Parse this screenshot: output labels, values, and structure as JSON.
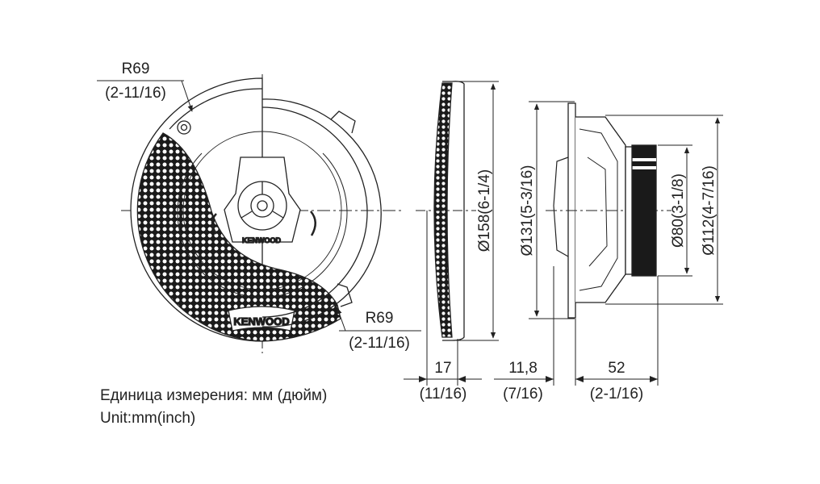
{
  "dimensions": {
    "radius_top": {
      "value": "R69",
      "inch": "(2-11/16)"
    },
    "radius_bottom": {
      "value": "R69",
      "inch": "(2-11/16)"
    },
    "outer_diameter": "Ø158(6-1/4)",
    "cutout_diameter": "Ø131(5-3/16)",
    "magnet_diameter": "Ø80(3-1/8)",
    "basket_diameter": "Ø112(4-7/16)",
    "grille_depth": {
      "value": "17",
      "inch": "(11/16)"
    },
    "flange_depth": {
      "value": "11,8",
      "inch": "(7/16)"
    },
    "mount_depth": {
      "value": "52",
      "inch": "(2-1/16)"
    }
  },
  "units": {
    "russian": "Единица измерения: мм (дюйм)",
    "english": "Unit:mm(inch)"
  },
  "brand": {
    "grille_logo": "KENWOOD",
    "tweeter_logo": "KENWOOD"
  },
  "colors": {
    "ink": "#222222",
    "grille": "#1a1a1a",
    "background": "#ffffff"
  }
}
